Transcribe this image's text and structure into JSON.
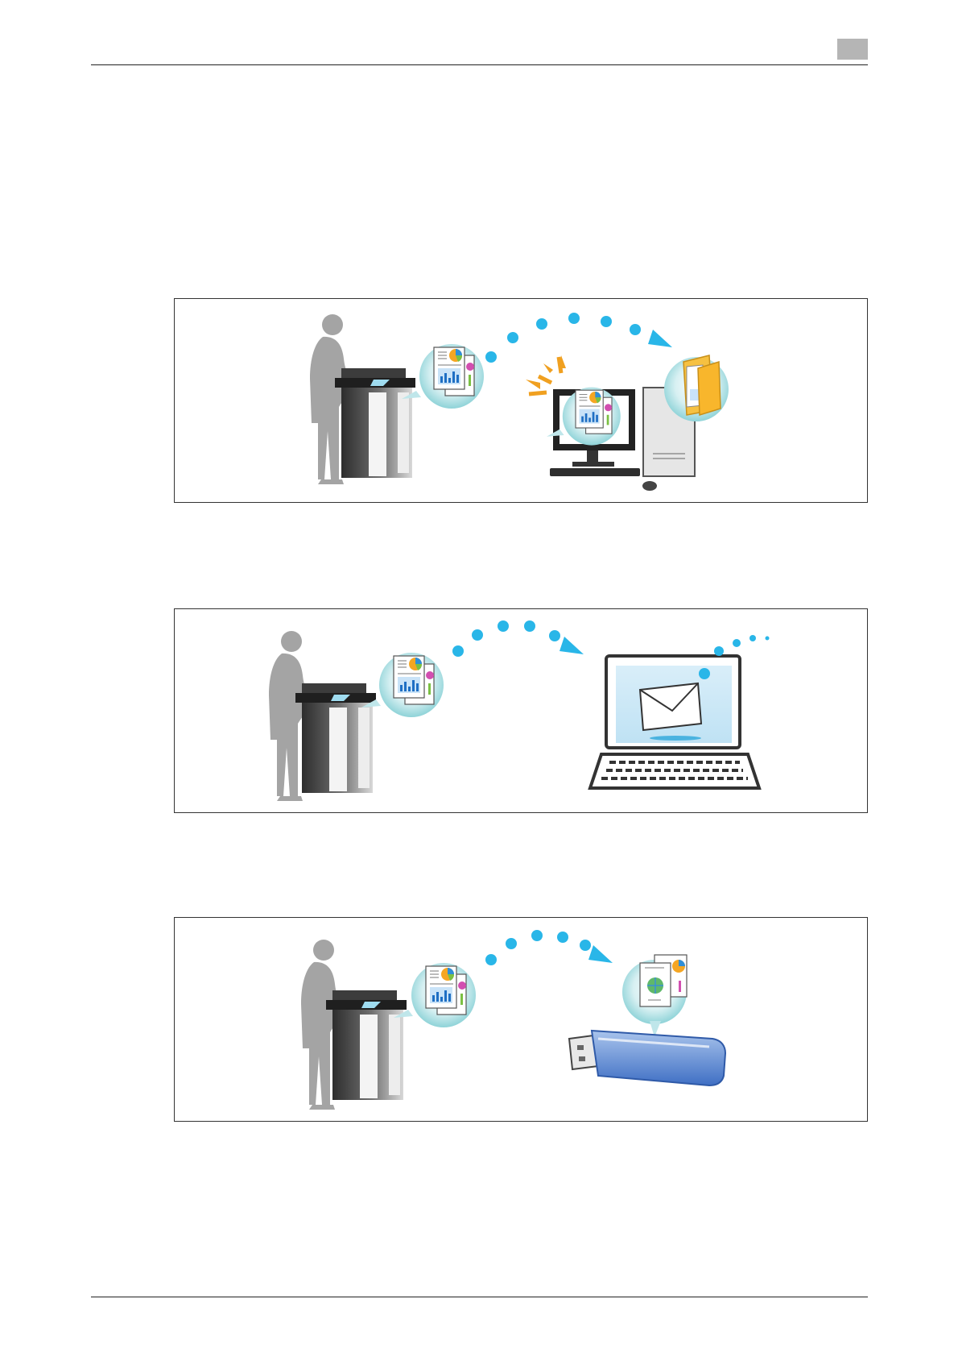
{
  "page": {
    "header_tab_color": "#b5b5b5",
    "accent_color": "#29b6e8"
  },
  "panels": [
    {
      "id": "scan-to-computer",
      "icons": [
        "person-icon",
        "mfp-icon",
        "documents-icon",
        "transfer-dots-icon",
        "desktop-computer-icon",
        "folder-icon"
      ]
    },
    {
      "id": "scan-to-email",
      "icons": [
        "person-icon",
        "mfp-icon",
        "documents-icon",
        "transfer-dots-icon",
        "laptop-icon",
        "envelope-icon"
      ]
    },
    {
      "id": "scan-to-usb",
      "icons": [
        "person-icon",
        "mfp-icon",
        "documents-icon",
        "transfer-dots-icon",
        "usb-drive-icon",
        "documents-icon"
      ]
    }
  ]
}
